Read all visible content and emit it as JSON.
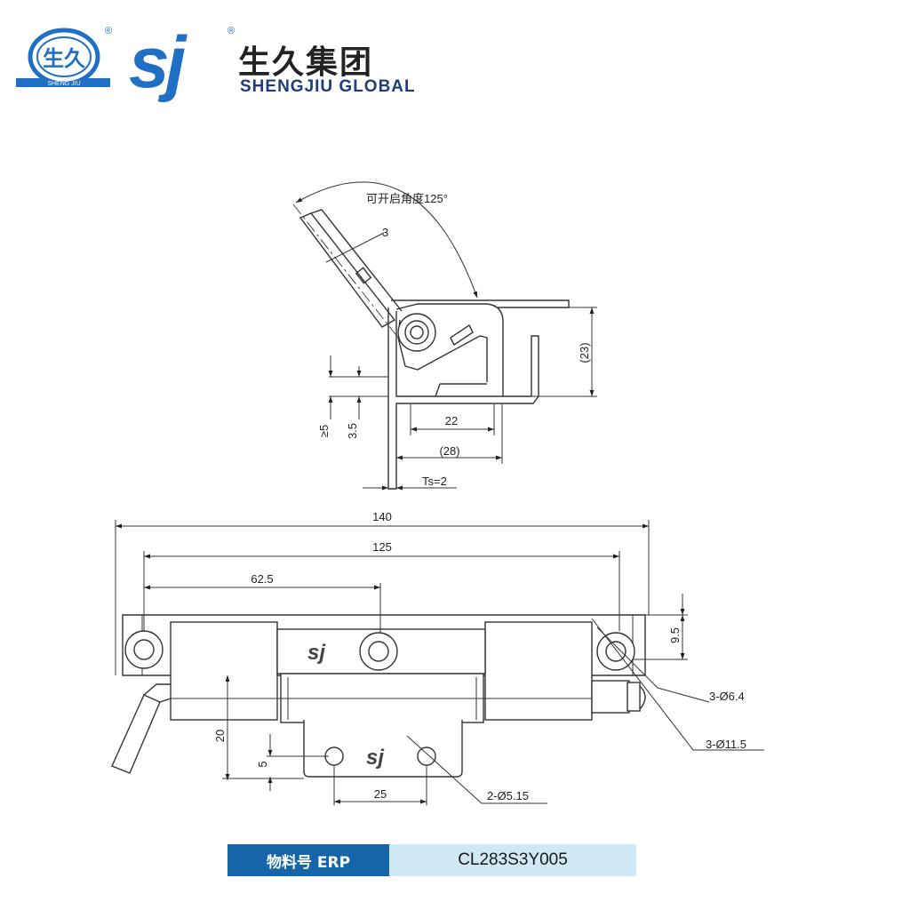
{
  "brand": {
    "seal_text": "生久",
    "seal_subtext": "SHENG JIU",
    "mark": "sj",
    "registered": "®",
    "name_cn": "生久集团",
    "name_en": "SHENGJIU GLOBAL"
  },
  "side_view": {
    "opening_angle_label": "可开启角度125°",
    "dim_3": "3",
    "dim_23": "(23)",
    "dim_22": "22",
    "dim_28": "(28)",
    "dim_ge5": "≥5",
    "dim_3_5": "3.5",
    "dim_ts": "Ts=2"
  },
  "front_view": {
    "dim_140": "140",
    "dim_125": "125",
    "dim_62_5": "62.5",
    "dim_9_5": "9.5",
    "dim_20": "20",
    "dim_5": "5",
    "dim_25": "25",
    "hole_small": "3-Ø6.4",
    "hole_large": "3-Ø11.5",
    "hole_bottom": "2-Ø5.15",
    "stamp_logo": "sj"
  },
  "erp": {
    "label": "物料号 ERP",
    "value": "CL283S3Y005"
  },
  "colors": {
    "brand_blue": "#1f6fc4",
    "erp_label_bg": "#1565a8",
    "erp_value_bg": "#cfe8f6",
    "line": "#333333"
  }
}
